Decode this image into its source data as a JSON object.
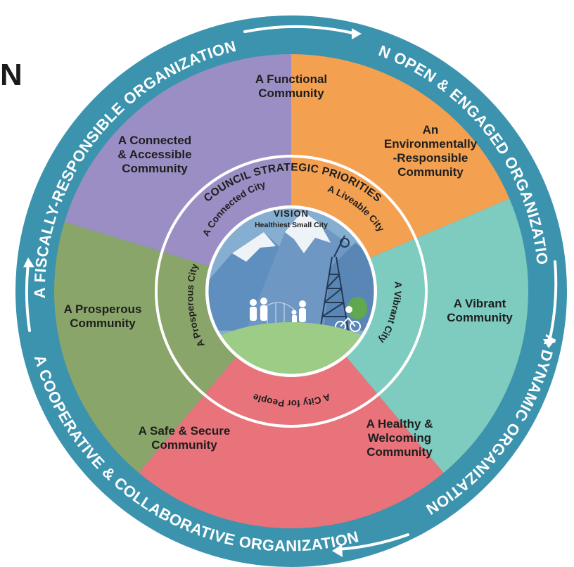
{
  "heading_fragment": "N",
  "outer_ring": {
    "top_left": "A FISCALLY-RESPONSIBLE ORGANIZATION",
    "top_right": "AN OPEN & ENGAGED ORGANIZATION",
    "bottom_right": "A DYNAMIC ORGANIZATION",
    "bottom_left": "A COOPERATIVE & COLLABORATIVE ORGANIZATION"
  },
  "segments": [
    {
      "id": "functional",
      "lines": [
        "A Functional",
        "Community"
      ]
    },
    {
      "id": "environmental",
      "lines": [
        "An",
        "Environmentally",
        "-Responsible",
        "Community"
      ]
    },
    {
      "id": "vibrant",
      "lines": [
        "A Vibrant",
        "Community"
      ]
    },
    {
      "id": "healthy",
      "lines": [
        "A Healthy &",
        "Welcoming",
        "Community"
      ]
    },
    {
      "id": "safe",
      "lines": [
        "A Safe & Secure",
        "Community"
      ]
    },
    {
      "id": "prosperous",
      "lines": [
        "A Prosperous",
        "Community"
      ]
    },
    {
      "id": "connected",
      "lines": [
        "A Connected",
        "& Accessible",
        "Community"
      ]
    }
  ],
  "priorities": {
    "title": "COUNCIL STRATEGIC PRIORITIES",
    "connected_city": "A Connected City",
    "liveable_city": "A Liveable City",
    "vibrant_city": "A Vibrant City",
    "city_for_people": "A City for People",
    "prosperous_city": "A Prosperous City"
  },
  "vision": {
    "title": "VISION",
    "subtitle": "Healthiest Small City"
  },
  "colors": {
    "outer_ring": "#3b93ae",
    "purple": "#9b8ec4",
    "orange": "#f4a051",
    "teal": "#7ecbbf",
    "red": "#e8737a",
    "green": "#8aa56a",
    "center_sky": "#7ea6cc",
    "center_grass": "#9ccc85"
  }
}
